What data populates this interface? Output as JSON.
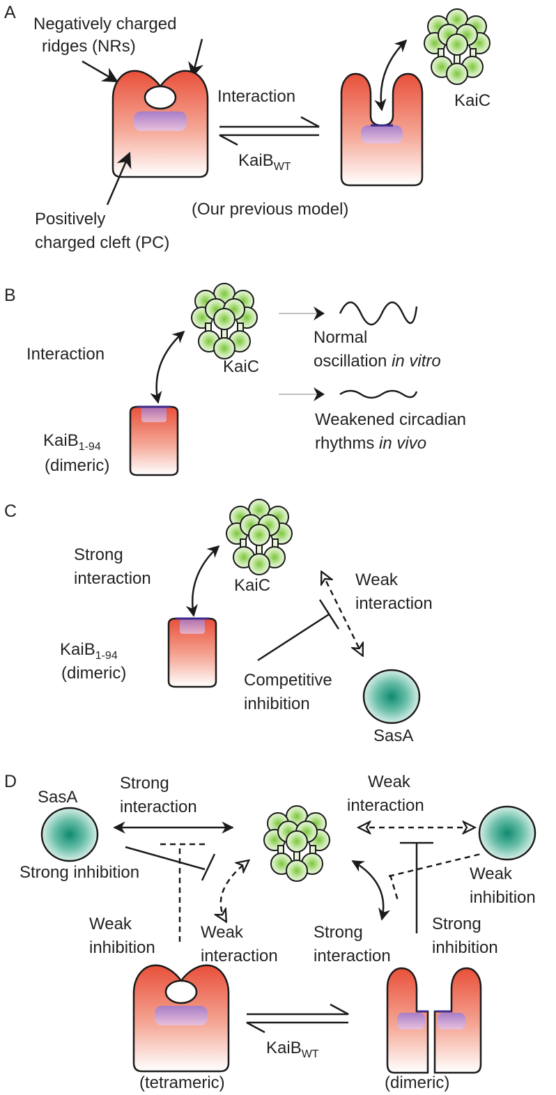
{
  "panels": {
    "a": "A",
    "b": "B",
    "c": "C",
    "d": "D"
  },
  "colors": {
    "kaib_top": "#e8503a",
    "kaib_bottom": "#ffffff",
    "cleft": "#a88ad8",
    "kaic_center": "#7cc63a",
    "sasa_center": "#0e8a70",
    "arrow": "#1a1a1a"
  },
  "panel_a": {
    "nr_label_1": "Negatively charged",
    "nr_label_2": "ridges (NRs)",
    "interaction": "Interaction",
    "kaic": "KaiC",
    "kaib_main": "KaiB",
    "kaib_sub": "WT",
    "model_note": "(Our previous model)",
    "pc_label_1": "Positively",
    "pc_label_2": "charged cleft (PC)"
  },
  "panel_b": {
    "interaction": "Interaction",
    "kaic": "KaiC",
    "kaib_main": "KaiB",
    "kaib_sub": "1-94",
    "dimeric": "(dimeric)",
    "normal_1": "Normal",
    "normal_2": "oscillation ",
    "normal_2_it": "in vitro",
    "weak_1": "Weakened circadian",
    "weak_2": "rhythms ",
    "weak_2_it": "in vivo"
  },
  "panel_c": {
    "strong_1": "Strong",
    "strong_2": "interaction",
    "kaic": "KaiC",
    "weak_1": "Weak",
    "weak_2": "interaction",
    "kaib_main": "KaiB",
    "kaib_sub": "1-94",
    "dimeric": "(dimeric)",
    "comp_1": "Competitive",
    "comp_2": "inhibition",
    "sasa": "SasA"
  },
  "panel_d": {
    "sasa": "SasA",
    "strong_int_1": "Strong",
    "strong_int_2": "interaction",
    "weak_int_1": "Weak",
    "weak_int_2": "interaction",
    "strong_inhib": "Strong inhibition",
    "weak_r_1": "Weak",
    "weak_r_2": "inhibition",
    "weak_l_1": "Weak",
    "weak_l_2": "inhibition",
    "weak_c_1": "Weak",
    "weak_c_2": "interaction",
    "strong_c_1": "Strong",
    "strong_c_2": "interaction",
    "strong_r_1": "Strong",
    "strong_r_2": "inhibition",
    "kaib_main": "KaiB",
    "kaib_sub": "WT",
    "tetrameric": "(tetrameric)",
    "dimeric": "(dimeric)"
  }
}
